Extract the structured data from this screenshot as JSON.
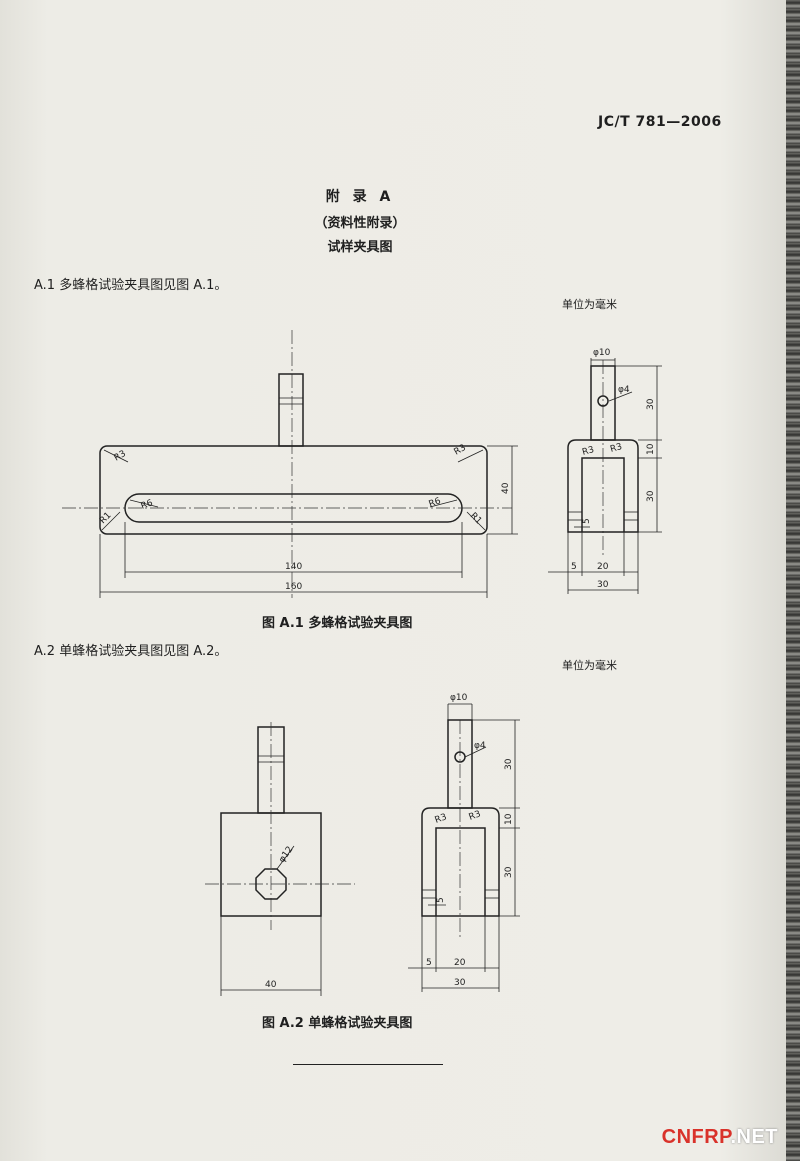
{
  "header": {
    "standard_number": "JC/T 781—2006"
  },
  "appendix": {
    "title": "附 录 A",
    "subtitle": "（资料性附录）",
    "name": "试样夹具图"
  },
  "sections": [
    {
      "text": "A.1  多蜂格试验夹具图见图 A.1。",
      "unit": "单位为毫米",
      "caption": "图 A.1   多蜂格试验夹具图"
    },
    {
      "text": "A.2  单蜂格试验夹具图见图 A.2。",
      "unit": "单位为毫米",
      "caption": "图 A.2   单蜂格试验夹具图"
    }
  ],
  "figure_a1": {
    "front": {
      "r3_left": "R3",
      "r3_right": "R3",
      "r6_left": "R6",
      "r6_right": "R6",
      "r1_left": "R1",
      "r1_right": "R1",
      "dim_140": "140",
      "dim_160": "160",
      "dim_40": "40"
    },
    "side": {
      "phi10": "φ10",
      "phi4": "φ4",
      "r3_left": "R3",
      "r3_right": "R3",
      "dim_30_top": "30",
      "dim_10": "10",
      "dim_30_bottom": "30",
      "dim_5_slot": "5",
      "dim_5": "5",
      "dim_20": "20",
      "dim_30_width": "30"
    }
  },
  "figure_a2": {
    "front": {
      "phi12": "φ12",
      "dim_40": "40"
    },
    "side": {
      "phi10": "φ10",
      "phi4": "φ4",
      "r3_left": "R3",
      "r3_right": "R3",
      "dim_30_top": "30",
      "dim_10": "10",
      "dim_30_bottom": "30",
      "dim_5_slot": "5",
      "dim_5": "5",
      "dim_20": "20",
      "dim_30_width": "30"
    }
  },
  "watermark": {
    "part1": "CNFRP",
    "part2": ".NET"
  }
}
